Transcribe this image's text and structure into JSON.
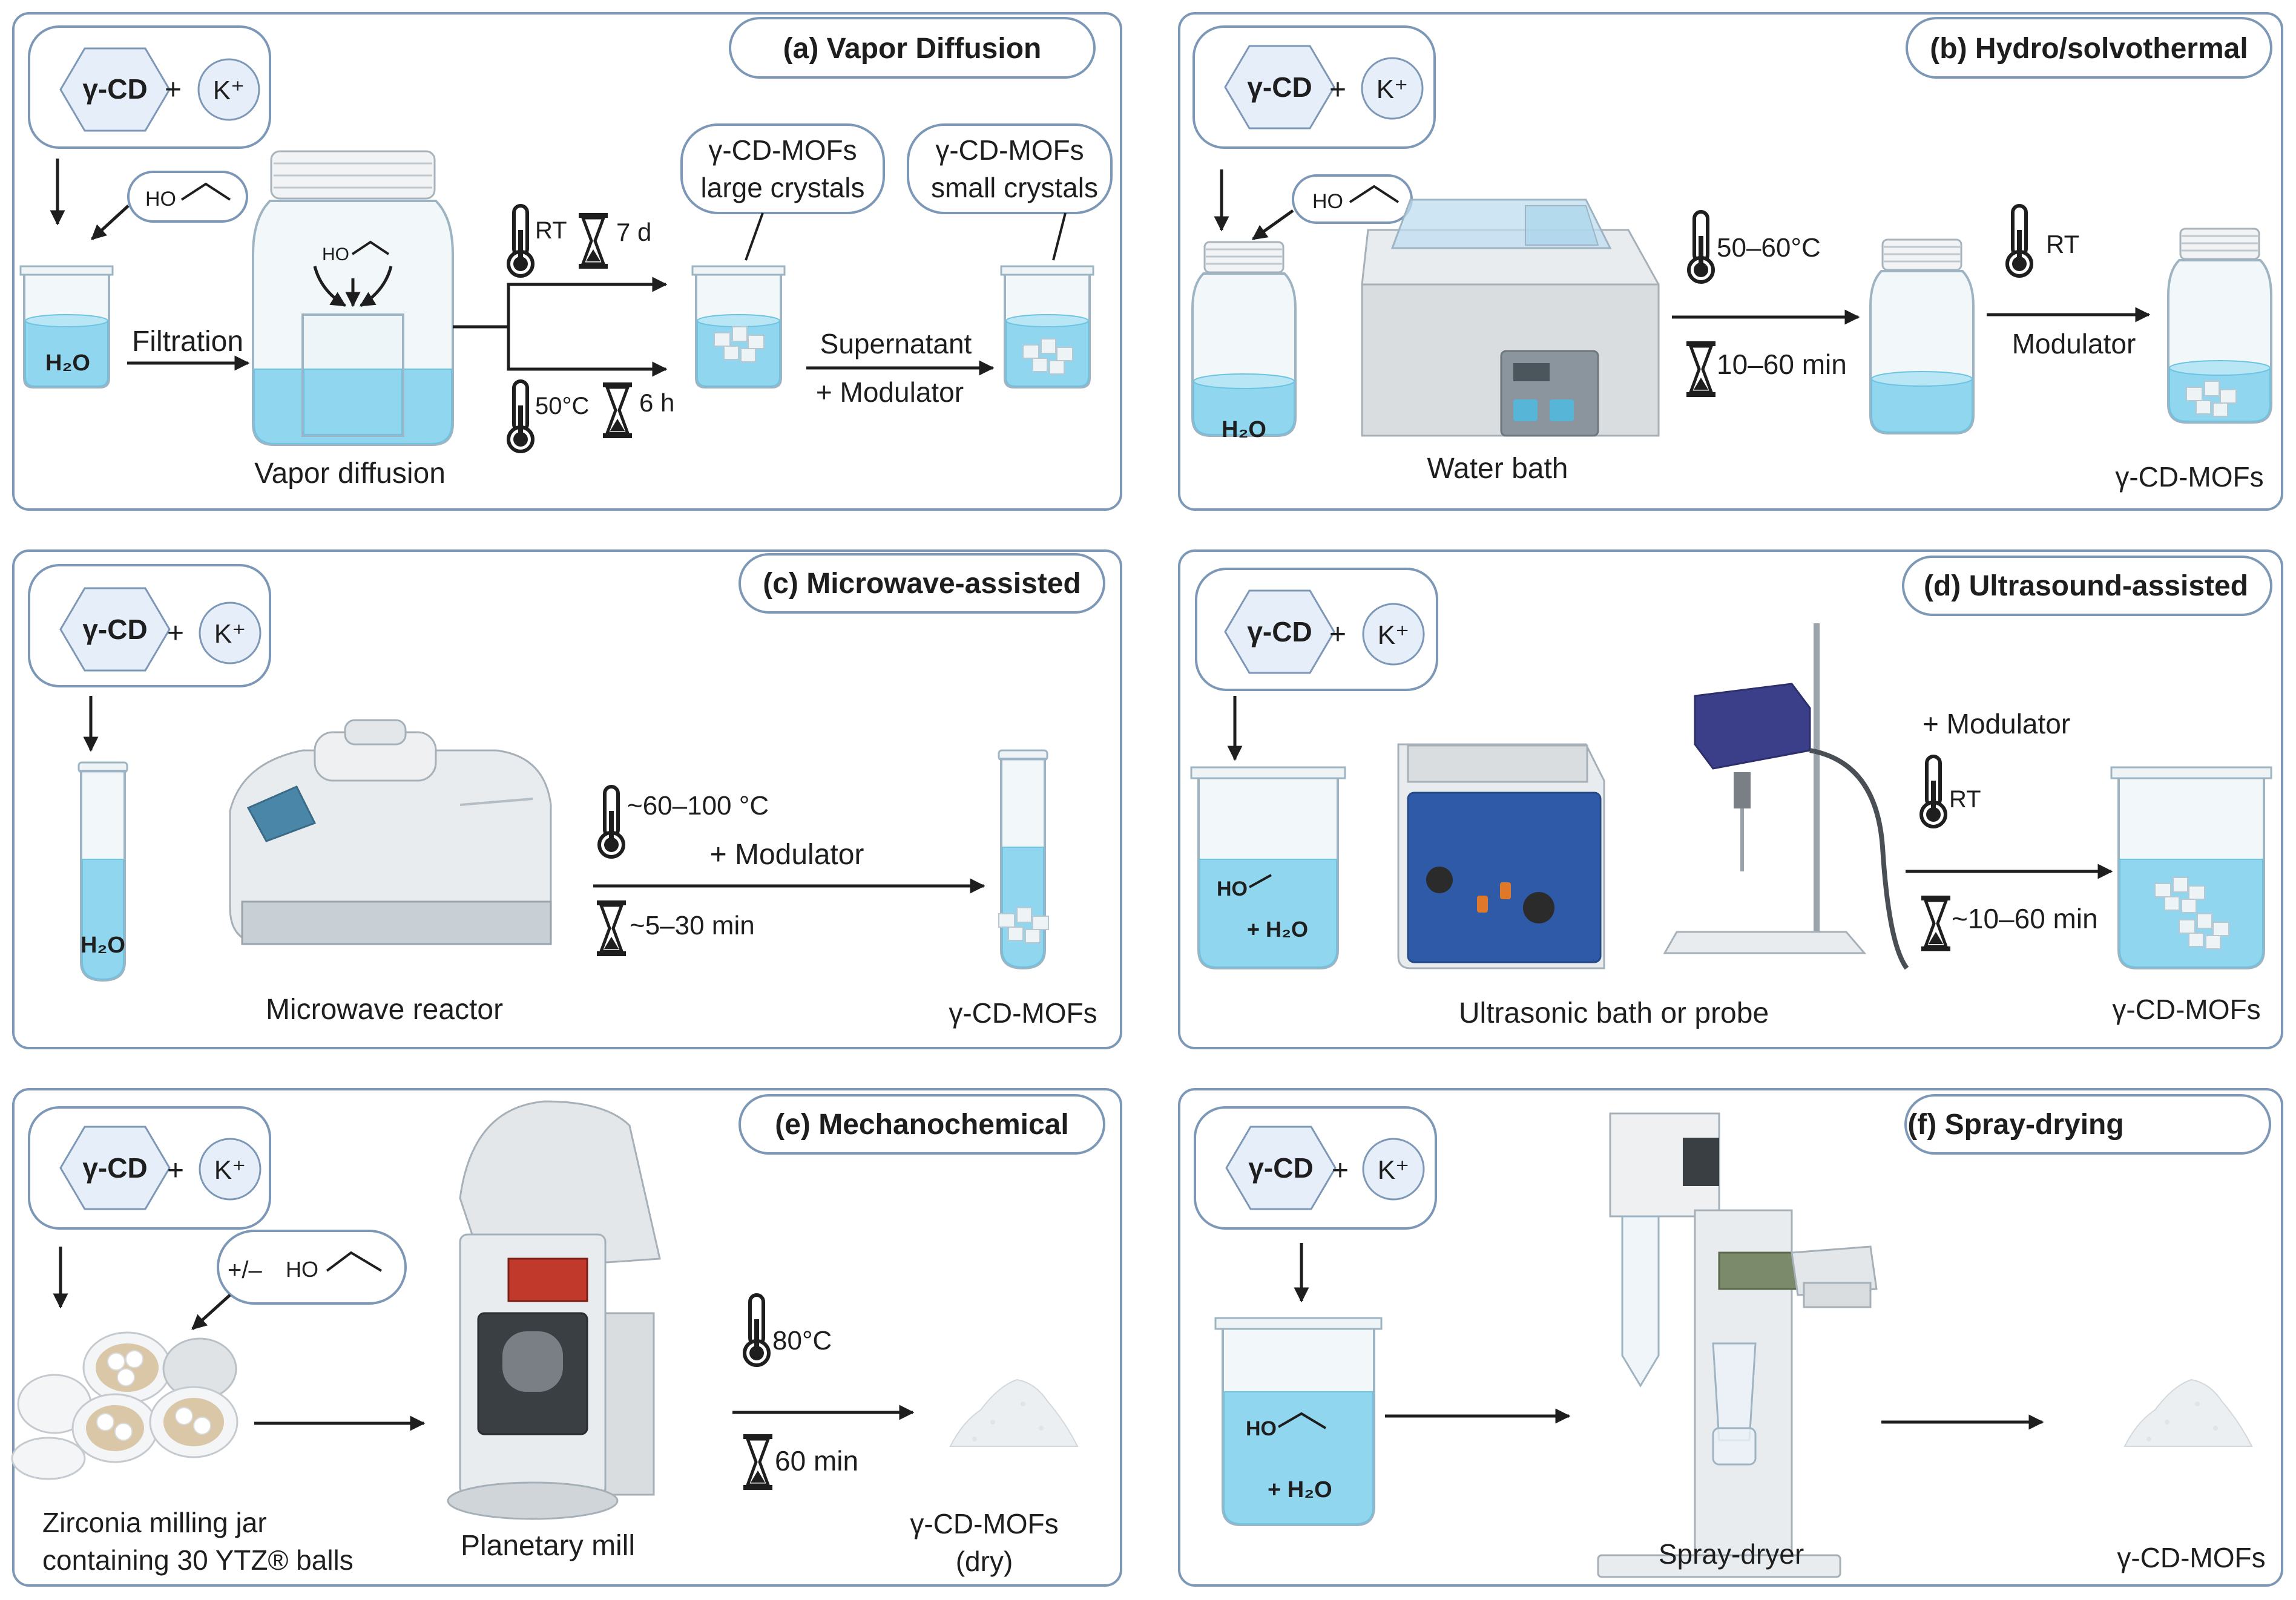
{
  "panels": {
    "a": {
      "title": "(a) Vapor Diffusion",
      "gcd": "γ-CD",
      "plus": "+",
      "k": "K⁺",
      "ethanol": "HO",
      "water": "H₂O",
      "filtration": "Filtration",
      "vapor_label": "Vapor diffusion",
      "cond1_temp": "RT",
      "cond1_time": "7 d",
      "cond2_temp": "50°C",
      "cond2_time": "6 h",
      "large_crystals_line1": "γ-CD-MOFs",
      "large_crystals_line2": "large crystals",
      "small_crystals_line1": "γ-CD-MOFs",
      "small_crystals_line2": "small crystals",
      "supernatant": "Supernatant",
      "modulator": "+ Modulator"
    },
    "b": {
      "title": "(b) Hydro/solvothermal",
      "gcd": "γ-CD",
      "plus": "+",
      "k": "K⁺",
      "ethanol": "HO",
      "water": "H₂O",
      "water_bath": "Water bath",
      "temp": "50–60°C",
      "time": "10–60 min",
      "rt": "RT",
      "modulator": "Modulator",
      "product": "γ-CD-MOFs"
    },
    "c": {
      "title": "(c) Microwave-assisted",
      "gcd": "γ-CD",
      "plus": "+",
      "k": "K⁺",
      "water": "H₂O",
      "reactor": "Microwave reactor",
      "temp": "~60–100 °C",
      "time": "~5–30 min",
      "modulator": "+ Modulator",
      "product": "γ-CD-MOFs"
    },
    "d": {
      "title": "(d) Ultrasound-assisted",
      "gcd": "γ-CD",
      "plus": "+",
      "k": "K⁺",
      "ethanol": "HO",
      "water": "+ H₂O",
      "device": "Ultrasonic bath or probe",
      "modulator": "+ Modulator",
      "rt": "RT",
      "time": "~10–60 min",
      "product": "γ-CD-MOFs"
    },
    "e": {
      "title": "(e) Mechanochemical",
      "gcd": "γ-CD",
      "plus": "+",
      "k": "K⁺",
      "ethanol_opt": "+/–",
      "ethanol": "HO",
      "jar_line1": "Zirconia milling jar",
      "jar_line2": "containing 30 YTZ® balls",
      "mill": "Planetary mill",
      "temp": "80°C",
      "time": "60 min",
      "product_line1": "γ-CD-MOFs",
      "product_line2": "(dry)"
    },
    "f": {
      "title": "(f) Spray-drying",
      "gcd": "γ-CD",
      "plus": "+",
      "k": "K⁺",
      "ethanol": "HO",
      "water": "+ H₂O",
      "dryer": "Spray-dryer",
      "product": "γ-CD-MOFs"
    }
  },
  "colors": {
    "frame": "#7d98b6",
    "liquid": "#8fd6ee",
    "reagent_fill": "#e6eef9"
  },
  "icons": [
    "thermometer-icon",
    "hourglass-icon",
    "beaker-icon",
    "jar-icon",
    "test-tube-icon",
    "arrow-icon"
  ]
}
